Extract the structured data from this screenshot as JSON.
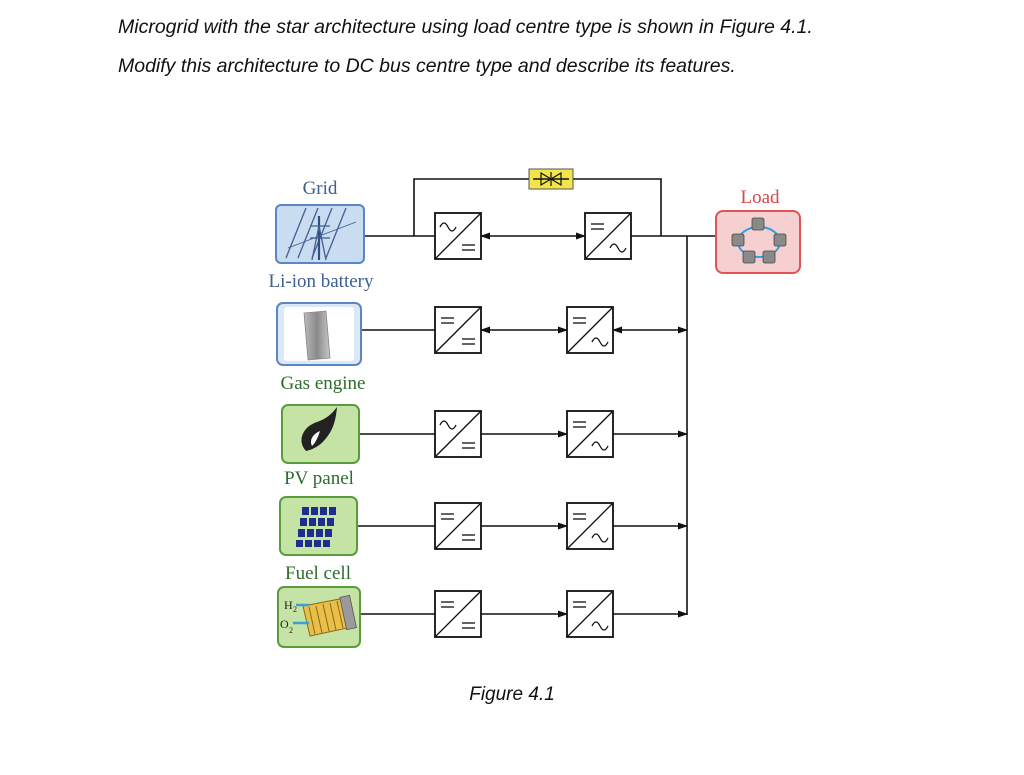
{
  "question": {
    "line1": "Microgrid with the star architecture using load centre type is shown in Figure 4.1.",
    "line2": "Modify this architecture to DC bus centre type and describe its features."
  },
  "diagram": {
    "sources": {
      "grid": {
        "label": "Grid",
        "icon": "grid-tower-icon"
      },
      "battery": {
        "label": "Li-ion battery",
        "icon": "battery-icon"
      },
      "gas_engine": {
        "label": "Gas engine",
        "icon": "flame-icon"
      },
      "pv_panel": {
        "label": "PV panel",
        "icon": "solar-panel-icon"
      },
      "fuel_cell": {
        "label": "Fuel cell",
        "icon": "fuel-cell-icon",
        "h2": "H",
        "o2": "O",
        "sub": "2"
      }
    },
    "load": {
      "label": "Load",
      "icon": "network-nodes-icon"
    },
    "colors": {
      "grid_label": "#3f5f8f",
      "blue_box": "#c9dcf0",
      "blue_border": "#5a86c4",
      "green_label": "#2e6b2e",
      "green_box": "#c5e3a4",
      "green_border": "#5a9c3a",
      "load_label": "#d84848",
      "load_box": "#f6d0d0",
      "load_border": "#de5555",
      "switch_fill": "#f3e44a"
    }
  },
  "caption": "Figure 4.1"
}
